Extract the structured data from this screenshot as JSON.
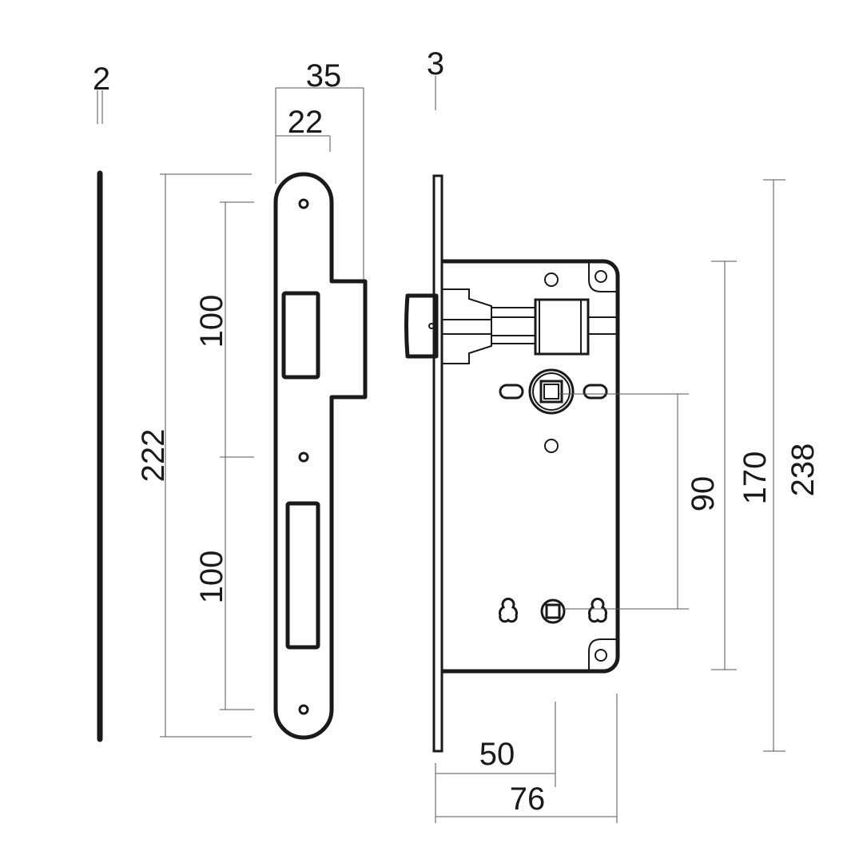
{
  "dimensions": {
    "plate_thickness": "2",
    "strike_width": "35",
    "strike_inner_width": "22",
    "strike_length": "222",
    "hole_spacing_top": "100",
    "hole_spacing_bottom": "100",
    "faceplate_thickness": "3",
    "spindle_to_cylinder": "90",
    "body_height": "170",
    "faceplate_length": "238",
    "backset": "50",
    "body_depth": "76"
  },
  "colors": {
    "line": "#1a1a1a",
    "dimension": "#555555"
  }
}
